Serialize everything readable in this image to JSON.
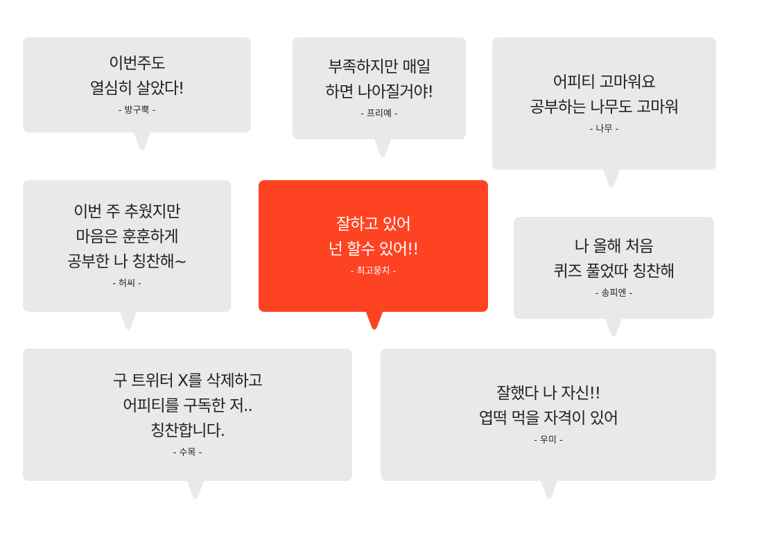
{
  "bubbles": [
    {
      "lines": [
        "이번주도",
        "열심히 살았다!"
      ],
      "author": "-  방구뿍 -"
    },
    {
      "lines": [
        "부족하지만 매일",
        "하면 나아질거야!"
      ],
      "author": "-   프리예 -"
    },
    {
      "lines": [
        "어피티 고마워요",
        "공부하는 나무도 고마워"
      ],
      "author": "- 나무 -"
    },
    {
      "lines": [
        "이번 주 추웠지만",
        "마음은 훈훈하게",
        "공부한 나 칭찬해~"
      ],
      "author": "- 허씨 -"
    },
    {
      "lines": [
        "잘하고 있어",
        "넌 할수 있어!!"
      ],
      "author": "- 최고뭉치 -"
    },
    {
      "lines": [
        "나 올해 처음",
        "퀴즈 풀었따 칭찬해"
      ],
      "author": "- 송피엔 -"
    },
    {
      "lines": [
        "구 트위터 X를 삭제하고",
        "어피티를 구독한 저..",
        "칭찬합니다."
      ],
      "author": "- 수목 -"
    },
    {
      "lines": [
        "잘했다 나 자신!!",
        "엽떡 먹을 자격이 있어"
      ],
      "author": "- 우미 -"
    }
  ],
  "colors": {
    "bubble": "#e9e9e9",
    "highlight": "#fe4322"
  }
}
